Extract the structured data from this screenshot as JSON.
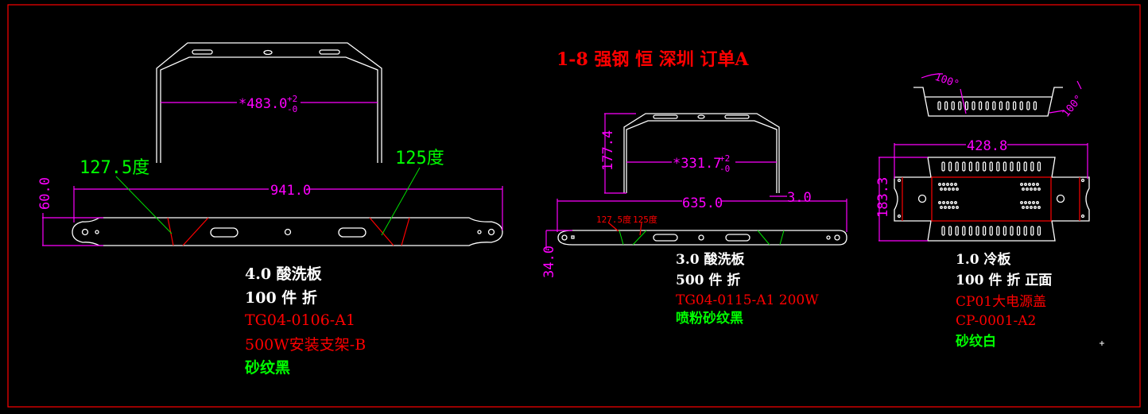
{
  "title": "1-8 强钢 恒  深圳 订单A",
  "part1": {
    "dim_inner": "*483.0",
    "tol_plus": "+2",
    "tol_minus": "-0",
    "dim_length": "941.0",
    "dim_height": "60.0",
    "angle_left": "127.5度",
    "angle_right": "125度",
    "lines": [
      "4.0  酸洗板",
      "100  件  折"
    ],
    "code": "TG04-0106-A1",
    "name": "500W安装支架-B",
    "finish": "砂纹黑"
  },
  "part2": {
    "dim_inner": "*331.7",
    "tol_plus": "+2",
    "tol_minus": "-0",
    "dim_height_bracket": "177.4",
    "dim_length": "635.0",
    "dim_thickness": "3.0",
    "dim_height": "34.0",
    "angle_left": "127.5度",
    "angle_right": "125度",
    "lines": [
      "3.0 酸洗板",
      "500 件 折"
    ],
    "code": "TG04-0115-A1 200W",
    "finish": "喷粉砂纹黑"
  },
  "part3": {
    "angle_left": "100°",
    "angle_right": "100°",
    "dim_length": "428.8",
    "dim_height": "183.3",
    "lines": [
      "1.0 冷板",
      "100 件 折 正面"
    ],
    "name": "CP01大电源盖",
    "code": "CP-0001-A2",
    "finish": "砂纹白"
  },
  "colors": {
    "frame": "#ff0000",
    "dimension": "#ff00ff",
    "geometry": "#ffffff",
    "note": "#00ff00"
  }
}
